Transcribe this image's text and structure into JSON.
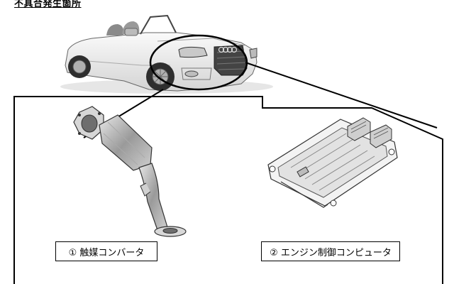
{
  "title": "不具合発生箇所",
  "parts": [
    {
      "label": "① 触媒コンバータ"
    },
    {
      "label": "② エンジン制御コンピュータ"
    }
  ]
}
